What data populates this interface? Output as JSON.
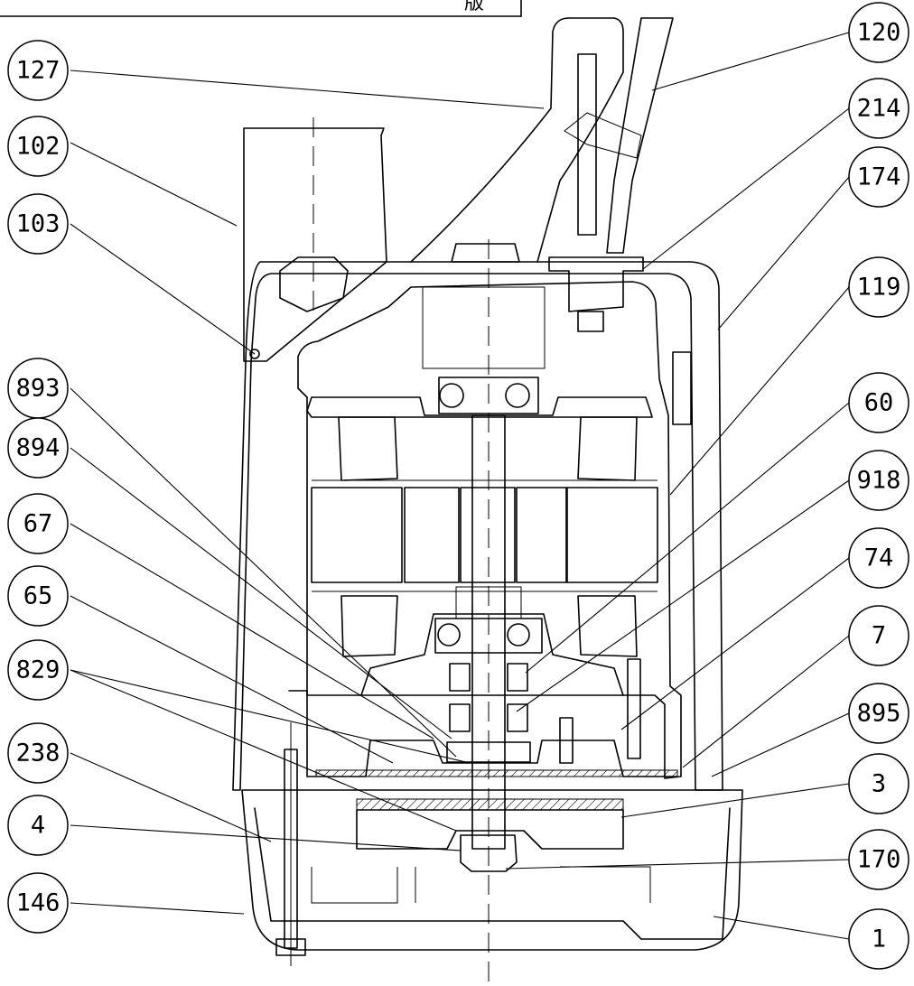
{
  "header": {
    "text": "版"
  },
  "callouts": {
    "left": [
      "127",
      "102",
      "103",
      "893",
      "894",
      "67",
      "65",
      "829",
      "238",
      "4",
      "146"
    ],
    "right": [
      "120",
      "214",
      "174",
      "119",
      "60",
      "918",
      "74",
      "7",
      "895",
      "3",
      "170",
      "1"
    ]
  }
}
